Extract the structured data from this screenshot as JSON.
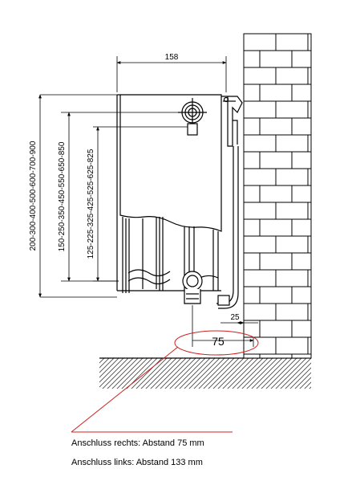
{
  "dimensions": {
    "depth": "158",
    "wall_gap": "25",
    "connection_distance": "75",
    "height_row_1": "200-300-400-500-600-700-900",
    "height_row_2": "150-250-350-450-550-650-850",
    "height_row_3": "125-225-325-425-525-625-825"
  },
  "notes": {
    "right": "Anschluss rechts: Abstand 75 mm",
    "left": "Anschluss links: Abstand 133 mm"
  },
  "colors": {
    "line": "#000000",
    "highlight": "#cc2222"
  }
}
